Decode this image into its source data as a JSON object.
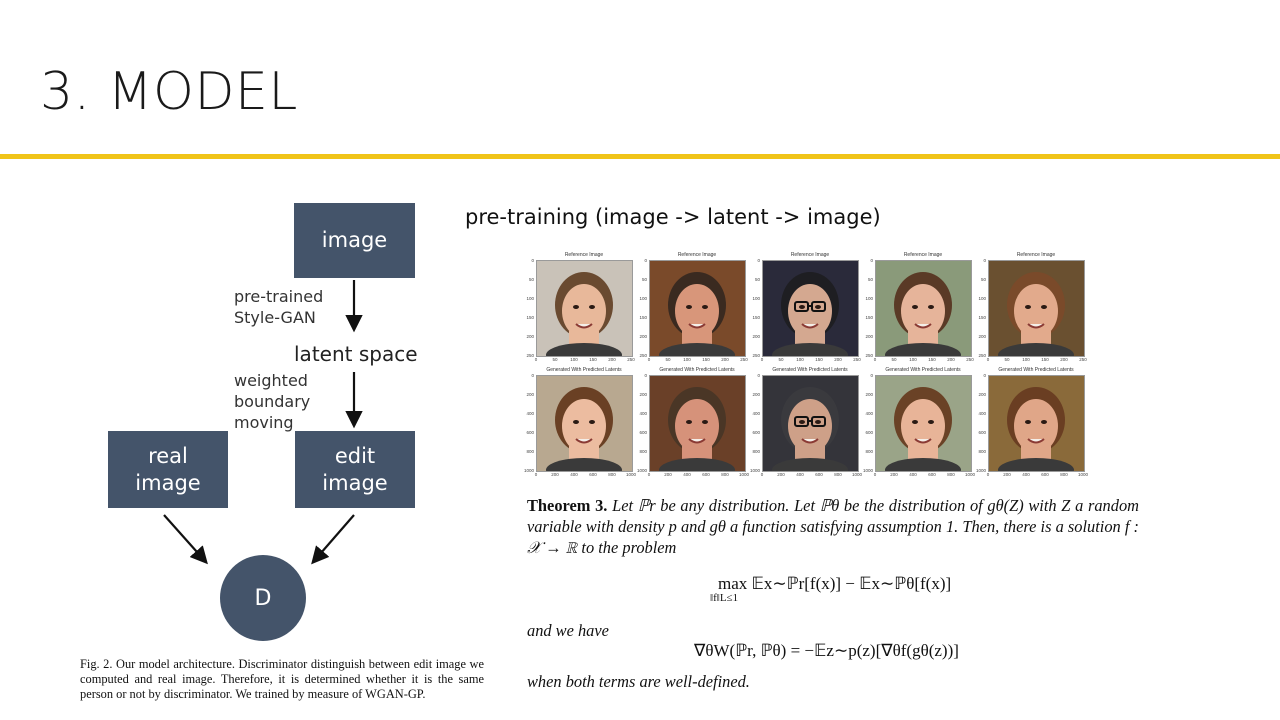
{
  "title": "3. MODEL",
  "colors": {
    "accent_rule": "#f0c419",
    "node_fill": "#44546a",
    "node_text": "#ffffff"
  },
  "diagram": {
    "nodes": {
      "image": "image",
      "real_image": "real\nimage",
      "edit_image": "edit\nimage",
      "discriminator": "D"
    },
    "labels": {
      "pretrained": "pre-trained\nStyle-GAN",
      "latent_space": "latent space",
      "weighted": "weighted\nboundary\nmoving"
    },
    "caption": "Fig. 2.  Our model architecture. Discriminator distinguish between edit image we computed and real image. Therefore, it is determined whether it is the same person or not by discriminator. We trained by measure of WGAN-GP."
  },
  "pretraining": {
    "heading": "pre-training (image -> latent -> image)",
    "top_row_caption": "Reference Image",
    "bottom_row_caption": "Generated With Predicted Latents",
    "top_yticks": [
      "0",
      "50",
      "100",
      "150",
      "200",
      "250"
    ],
    "top_xticks": [
      "0",
      "50",
      "100",
      "150",
      "200",
      "250"
    ],
    "bottom_yticks": [
      "0",
      "200",
      "400",
      "600",
      "800",
      "1000"
    ],
    "bottom_xticks": [
      "0",
      "200",
      "400",
      "600",
      "800",
      "1000"
    ],
    "faces": [
      {
        "bg": "#c9c2b8",
        "skin": "#e8b89a",
        "hair": "#6a4a30",
        "glasses": false
      },
      {
        "bg": "#7a4a2a",
        "skin": "#d8967a",
        "hair": "#3a2a20",
        "glasses": false
      },
      {
        "bg": "#2a2a3a",
        "skin": "#d4a890",
        "hair": "#1e1e22",
        "glasses": true
      },
      {
        "bg": "#8a9a7a",
        "skin": "#e6b49a",
        "hair": "#5a3a26",
        "glasses": false
      },
      {
        "bg": "#6a5030",
        "skin": "#e2aa8c",
        "hair": "#7a4a2a",
        "glasses": false
      }
    ],
    "faces_generated": [
      {
        "bg": "#b8a890",
        "skin": "#ecbca0",
        "hair": "#6a4024",
        "glasses": false
      },
      {
        "bg": "#6a4028",
        "skin": "#d6927a",
        "hair": "#4a3626",
        "glasses": false
      },
      {
        "bg": "#34343a",
        "skin": "#ceA088",
        "hair": "#3a3a3e",
        "glasses": true
      },
      {
        "bg": "#9aa488",
        "skin": "#e8b498",
        "hair": "#6a4226",
        "glasses": false
      },
      {
        "bg": "#8a6a3a",
        "skin": "#e0a688",
        "hair": "#6a3e22",
        "glasses": false
      }
    ]
  },
  "theorem": {
    "head": "Theorem 3.",
    "body": "Let ℙr be any distribution. Let ℙθ be the distribution of gθ(Z) with Z a random variable with density p and gθ a function satisfying assumption 1. Then, there is a solution f : 𝒳 → ℝ to the problem",
    "eq1_main": "max   𝔼x∼ℙr[f(x)] − 𝔼x∼ℙθ[f(x)]",
    "eq1_sub": "‖f‖L≤1",
    "and_we_have": "and we have",
    "eq2": "∇θW(ℙr, ℙθ) = −𝔼z∼p(z)[∇θf(gθ(z))]",
    "closing": "when both terms are well-defined."
  }
}
